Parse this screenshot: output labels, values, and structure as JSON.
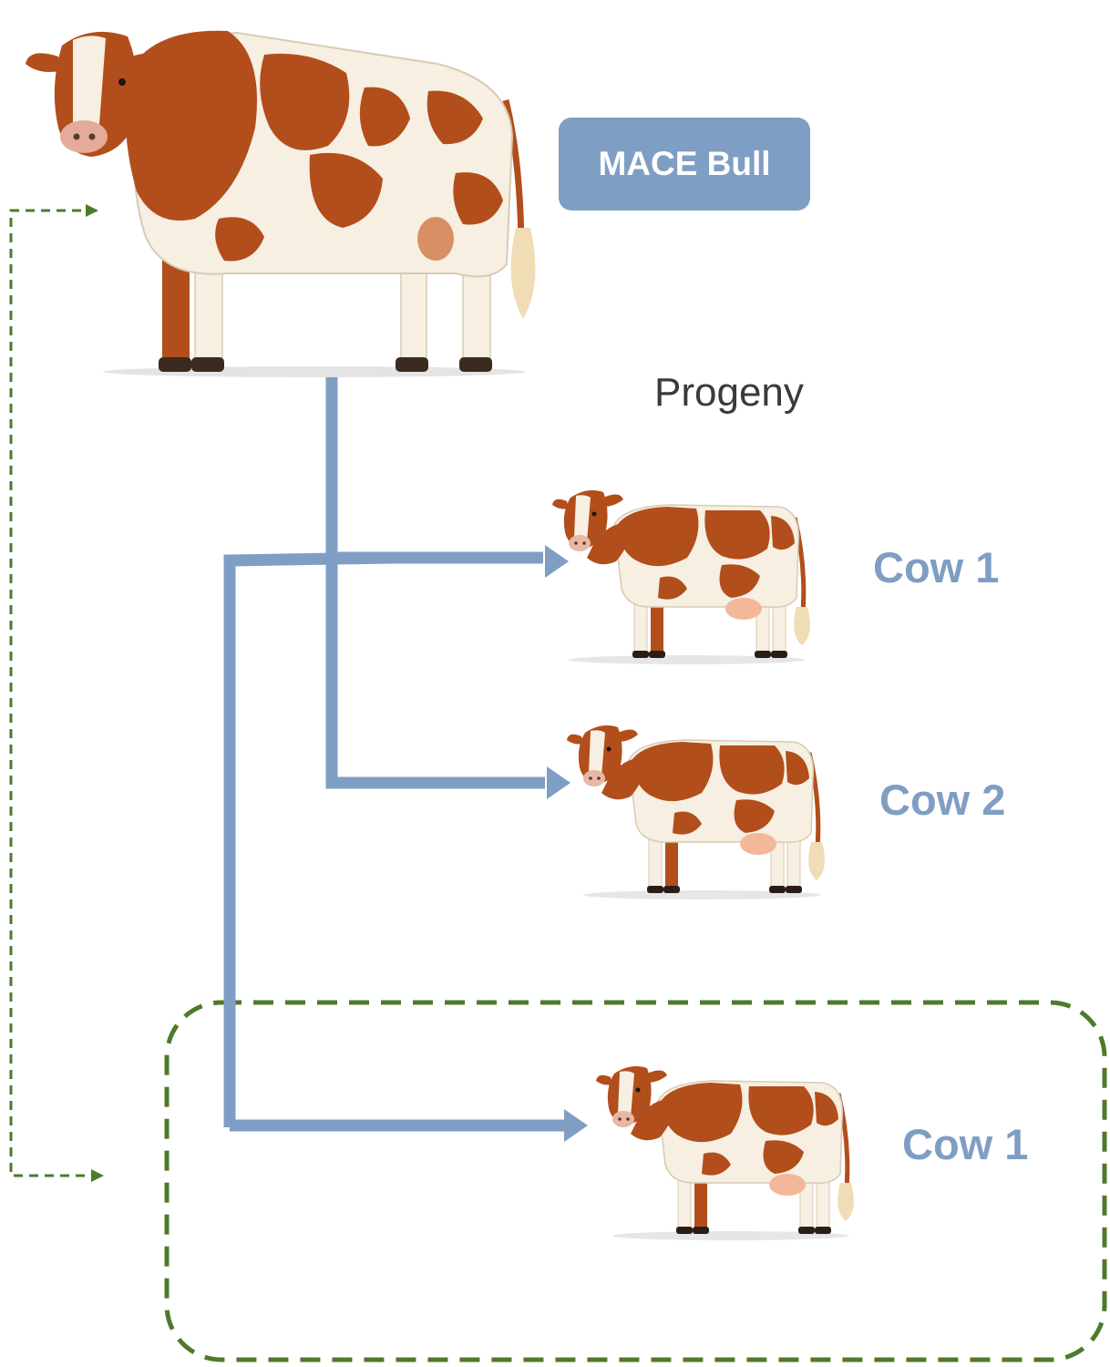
{
  "badge": {
    "label": "MACE Bull"
  },
  "progeny_label": "Progeny",
  "cows": [
    {
      "label": "Cow 1"
    },
    {
      "label": "Cow 2"
    },
    {
      "label": "Cow 1"
    }
  ],
  "colors": {
    "badge_fill": "#7f9ec4",
    "connector": "#7f9ec4",
    "cow_label": "#7f9ec4",
    "dashed_outline": "#4e7a2c",
    "cattle_red": "#b24e1c",
    "cattle_white": "#f6efe2"
  },
  "icons": {
    "bull": "bull-illustration",
    "cow": "cow-illustration"
  }
}
